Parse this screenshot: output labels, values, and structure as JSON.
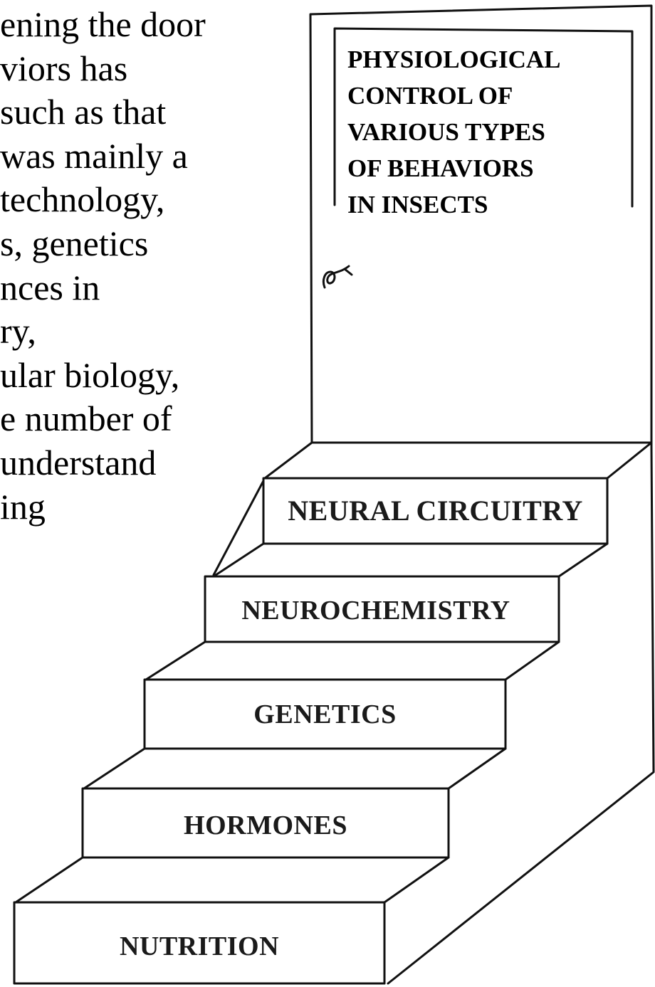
{
  "body_text": {
    "lines": [
      "ening the door",
      "viors has",
      " such as that",
      "was mainly a",
      " technology,",
      "s, genetics",
      "nces in",
      "ry,",
      "ular biology,",
      "e number of",
      "understand",
      "ing"
    ]
  },
  "door": {
    "label_lines": [
      "PHYSIOLOGICAL",
      "CONTROL OF",
      "VARIOUS TYPES",
      "OF BEHAVIORS",
      "IN INSECTS"
    ],
    "knob_icon": "door-knob-icon"
  },
  "steps": [
    {
      "label": "NEURAL CIRCUITRY"
    },
    {
      "label": "NEUROCHEMISTRY"
    },
    {
      "label": "GENETICS"
    },
    {
      "label": "HORMONES"
    },
    {
      "label": "NUTRITION"
    }
  ],
  "colors": {
    "ink": "#111111",
    "paper": "#ffffff"
  }
}
